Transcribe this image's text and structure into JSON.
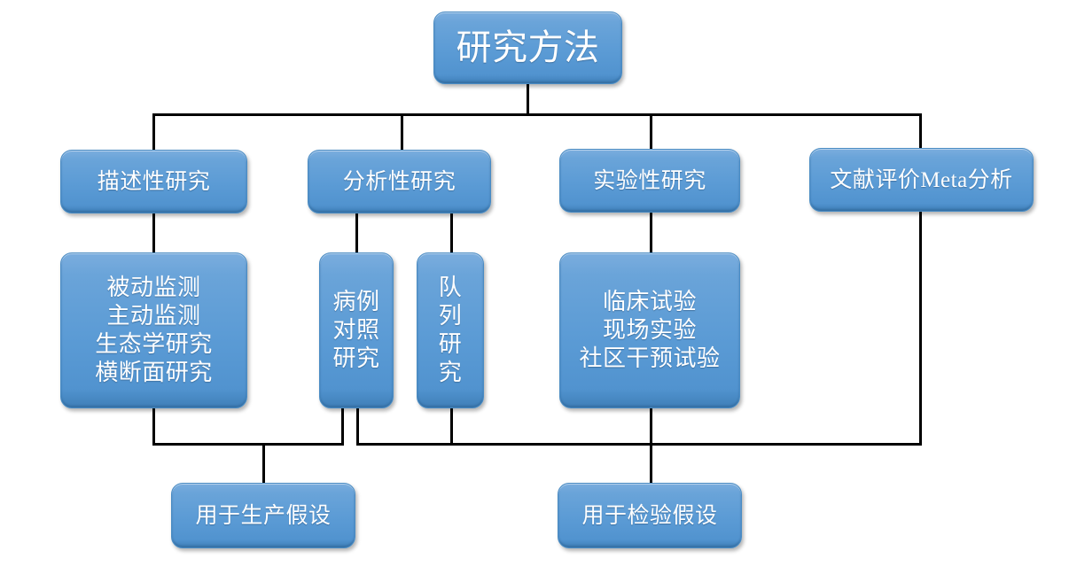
{
  "diagram": {
    "title": "研究方法",
    "type": "flowchart",
    "accent_color": "#5B9BD5",
    "line_color": "#000000",
    "text_color": "#FFFFFF",
    "background": "#FFFFFF"
  },
  "nodes": {
    "root": {
      "id": "root",
      "label": "研究方法",
      "lines": [
        "研究方法"
      ]
    },
    "descriptive": {
      "id": "descriptive",
      "label": "描述性研究",
      "lines": [
        "描述性研究"
      ]
    },
    "analytical": {
      "id": "analytical",
      "label": "分析性研究",
      "lines": [
        "分析性研究"
      ]
    },
    "experimental": {
      "id": "experimental",
      "label": "实验性研究",
      "lines": [
        "实验性研究"
      ]
    },
    "meta": {
      "id": "meta",
      "label": "文献评价Meta分析",
      "lines": [
        "文献评价Meta分析"
      ]
    },
    "descriptive_sub": {
      "id": "descriptive_sub",
      "label": "被动监测 主动监测 生态学研究 横断面研究",
      "lines": [
        "被动监测",
        "主动监测",
        "生态学研究",
        "横断面研究"
      ]
    },
    "case_control": {
      "id": "case_control",
      "label": "病例对照研究",
      "lines": [
        "病例",
        "对照",
        "研究"
      ]
    },
    "cohort": {
      "id": "cohort",
      "label": "队列研究",
      "lines": [
        "队",
        "列",
        "研",
        "究"
      ]
    },
    "experimental_sub": {
      "id": "experimental_sub",
      "label": "临床试验 现场实验 社区干预试验",
      "lines": [
        "临床试验",
        "现场实验",
        "社区干预试验"
      ]
    },
    "generate_hypothesis": {
      "id": "generate_hypothesis",
      "label": "用于生产假设",
      "lines": [
        "用于生产假设"
      ]
    },
    "test_hypothesis": {
      "id": "test_hypothesis",
      "label": "用于检验假设",
      "lines": [
        "用于检验假设"
      ]
    }
  },
  "edges": [
    {
      "from": "root",
      "to": "descriptive"
    },
    {
      "from": "root",
      "to": "analytical"
    },
    {
      "from": "root",
      "to": "experimental"
    },
    {
      "from": "root",
      "to": "meta"
    },
    {
      "from": "descriptive",
      "to": "descriptive_sub"
    },
    {
      "from": "analytical",
      "to": "case_control"
    },
    {
      "from": "analytical",
      "to": "cohort"
    },
    {
      "from": "experimental",
      "to": "experimental_sub"
    },
    {
      "from": "descriptive_sub",
      "to": "generate_hypothesis"
    },
    {
      "from": "case_control",
      "to": "generate_hypothesis"
    },
    {
      "from": "case_control",
      "to": "test_hypothesis"
    },
    {
      "from": "cohort",
      "to": "test_hypothesis"
    },
    {
      "from": "experimental_sub",
      "to": "test_hypothesis"
    },
    {
      "from": "meta",
      "to": "test_hypothesis"
    }
  ]
}
